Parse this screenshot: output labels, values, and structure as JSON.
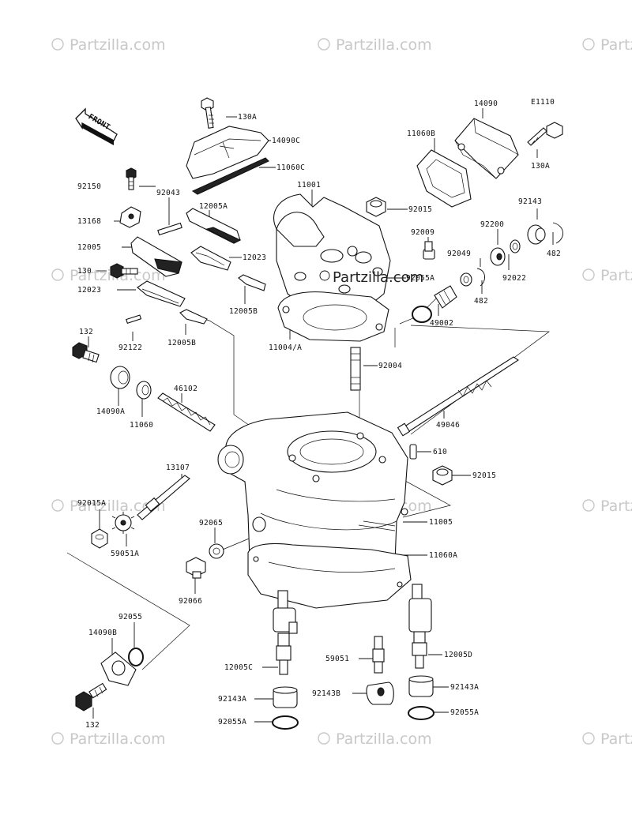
{
  "diagram_code": "E1110",
  "front_label": "FRONT",
  "watermark_text": "Partzilla.com",
  "watermark_center_text": "Partzilla.com",
  "labels": [
    {
      "id": "130A_top",
      "text": "130A"
    },
    {
      "id": "14090C",
      "text": "14090C"
    },
    {
      "id": "11060C",
      "text": "11060C"
    },
    {
      "id": "14090",
      "text": "14090"
    },
    {
      "id": "11060B",
      "text": "11060B"
    },
    {
      "id": "130A_right",
      "text": "130A"
    },
    {
      "id": "92150",
      "text": "92150"
    },
    {
      "id": "92043",
      "text": "92043"
    },
    {
      "id": "11001",
      "text": "11001"
    },
    {
      "id": "12005A",
      "text": "12005A"
    },
    {
      "id": "13168",
      "text": "13168"
    },
    {
      "id": "92015_top",
      "text": "92015"
    },
    {
      "id": "92143_top",
      "text": "92143"
    },
    {
      "id": "92009",
      "text": "92009"
    },
    {
      "id": "92200",
      "text": "92200"
    },
    {
      "id": "12005",
      "text": "12005"
    },
    {
      "id": "12023_top",
      "text": "12023"
    },
    {
      "id": "92049",
      "text": "92049"
    },
    {
      "id": "482_right",
      "text": "482"
    },
    {
      "id": "130",
      "text": "130"
    },
    {
      "id": "92055A_mid",
      "text": "92055A"
    },
    {
      "id": "92022",
      "text": "92022"
    },
    {
      "id": "12023_left",
      "text": "12023"
    },
    {
      "id": "482_mid",
      "text": "482"
    },
    {
      "id": "12005B_right",
      "text": "12005B"
    },
    {
      "id": "49002",
      "text": "49002"
    },
    {
      "id": "92122",
      "text": "92122"
    },
    {
      "id": "12005B_low",
      "text": "12005B"
    },
    {
      "id": "11004A",
      "text": "11004/A"
    },
    {
      "id": "132_top",
      "text": "132"
    },
    {
      "id": "92004",
      "text": "92004"
    },
    {
      "id": "14090A",
      "text": "14090A"
    },
    {
      "id": "46102",
      "text": "46102"
    },
    {
      "id": "11060",
      "text": "11060"
    },
    {
      "id": "49046",
      "text": "49046"
    },
    {
      "id": "13107",
      "text": "13107"
    },
    {
      "id": "610",
      "text": "610"
    },
    {
      "id": "92015_mid",
      "text": "92015"
    },
    {
      "id": "92015A",
      "text": "92015A"
    },
    {
      "id": "92065",
      "text": "92065"
    },
    {
      "id": "11005",
      "text": "11005"
    },
    {
      "id": "59051A",
      "text": "59051A"
    },
    {
      "id": "11060A",
      "text": "11060A"
    },
    {
      "id": "92066",
      "text": "92066"
    },
    {
      "id": "92055",
      "text": "92055"
    },
    {
      "id": "14090B",
      "text": "14090B"
    },
    {
      "id": "59051",
      "text": "59051"
    },
    {
      "id": "12005D",
      "text": "12005D"
    },
    {
      "id": "12005C",
      "text": "12005C"
    },
    {
      "id": "92143B",
      "text": "92143B"
    },
    {
      "id": "92143A_left",
      "text": "92143A"
    },
    {
      "id": "92143A_right",
      "text": "92143A"
    },
    {
      "id": "132_bottom",
      "text": "132"
    },
    {
      "id": "92055A_left",
      "text": "92055A"
    },
    {
      "id": "92055A_right",
      "text": "92055A"
    }
  ]
}
